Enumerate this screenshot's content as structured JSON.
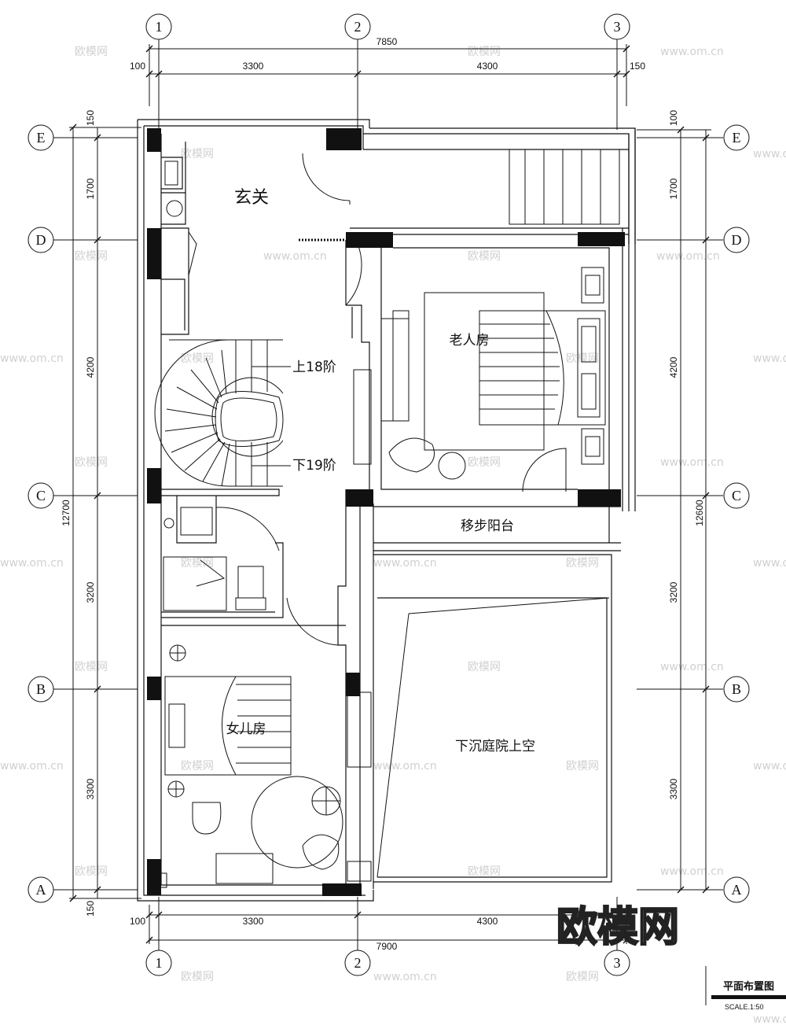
{
  "axes": {
    "columns": [
      "1",
      "2",
      "3"
    ],
    "rows": [
      "E",
      "D",
      "C",
      "B",
      "A"
    ]
  },
  "dimensions": {
    "top_total": "7850",
    "top_left_offset": "100",
    "top_segments": [
      "3300",
      "4300"
    ],
    "top_right_offset": "150",
    "bottom_total": "7900",
    "bottom_left_offset": "100",
    "bottom_segments": [
      "3300",
      "4300"
    ],
    "left_total": "12700",
    "left_top_offset": "150",
    "left_bottom_offset": "150",
    "left_segments": [
      "1700",
      "4200",
      "3200",
      "3300"
    ],
    "right_total": "12600",
    "right_top_offset": "100",
    "right_segments": [
      "1700",
      "4200",
      "3200",
      "3300"
    ]
  },
  "rooms": {
    "entrance": "玄关",
    "elder_room": "老人房",
    "stairs_up": "上18阶",
    "stairs_down": "下19阶",
    "balcony": "移步阳台",
    "daughter_room": "女儿房",
    "sunken_courtyard": "下沉庭院上空"
  },
  "title_block": {
    "title": "平面布置图",
    "scale": "SCALE.1:50"
  },
  "watermark": {
    "brand": "欧模网",
    "small": "欧模网",
    "domain": "www.om.cn"
  }
}
